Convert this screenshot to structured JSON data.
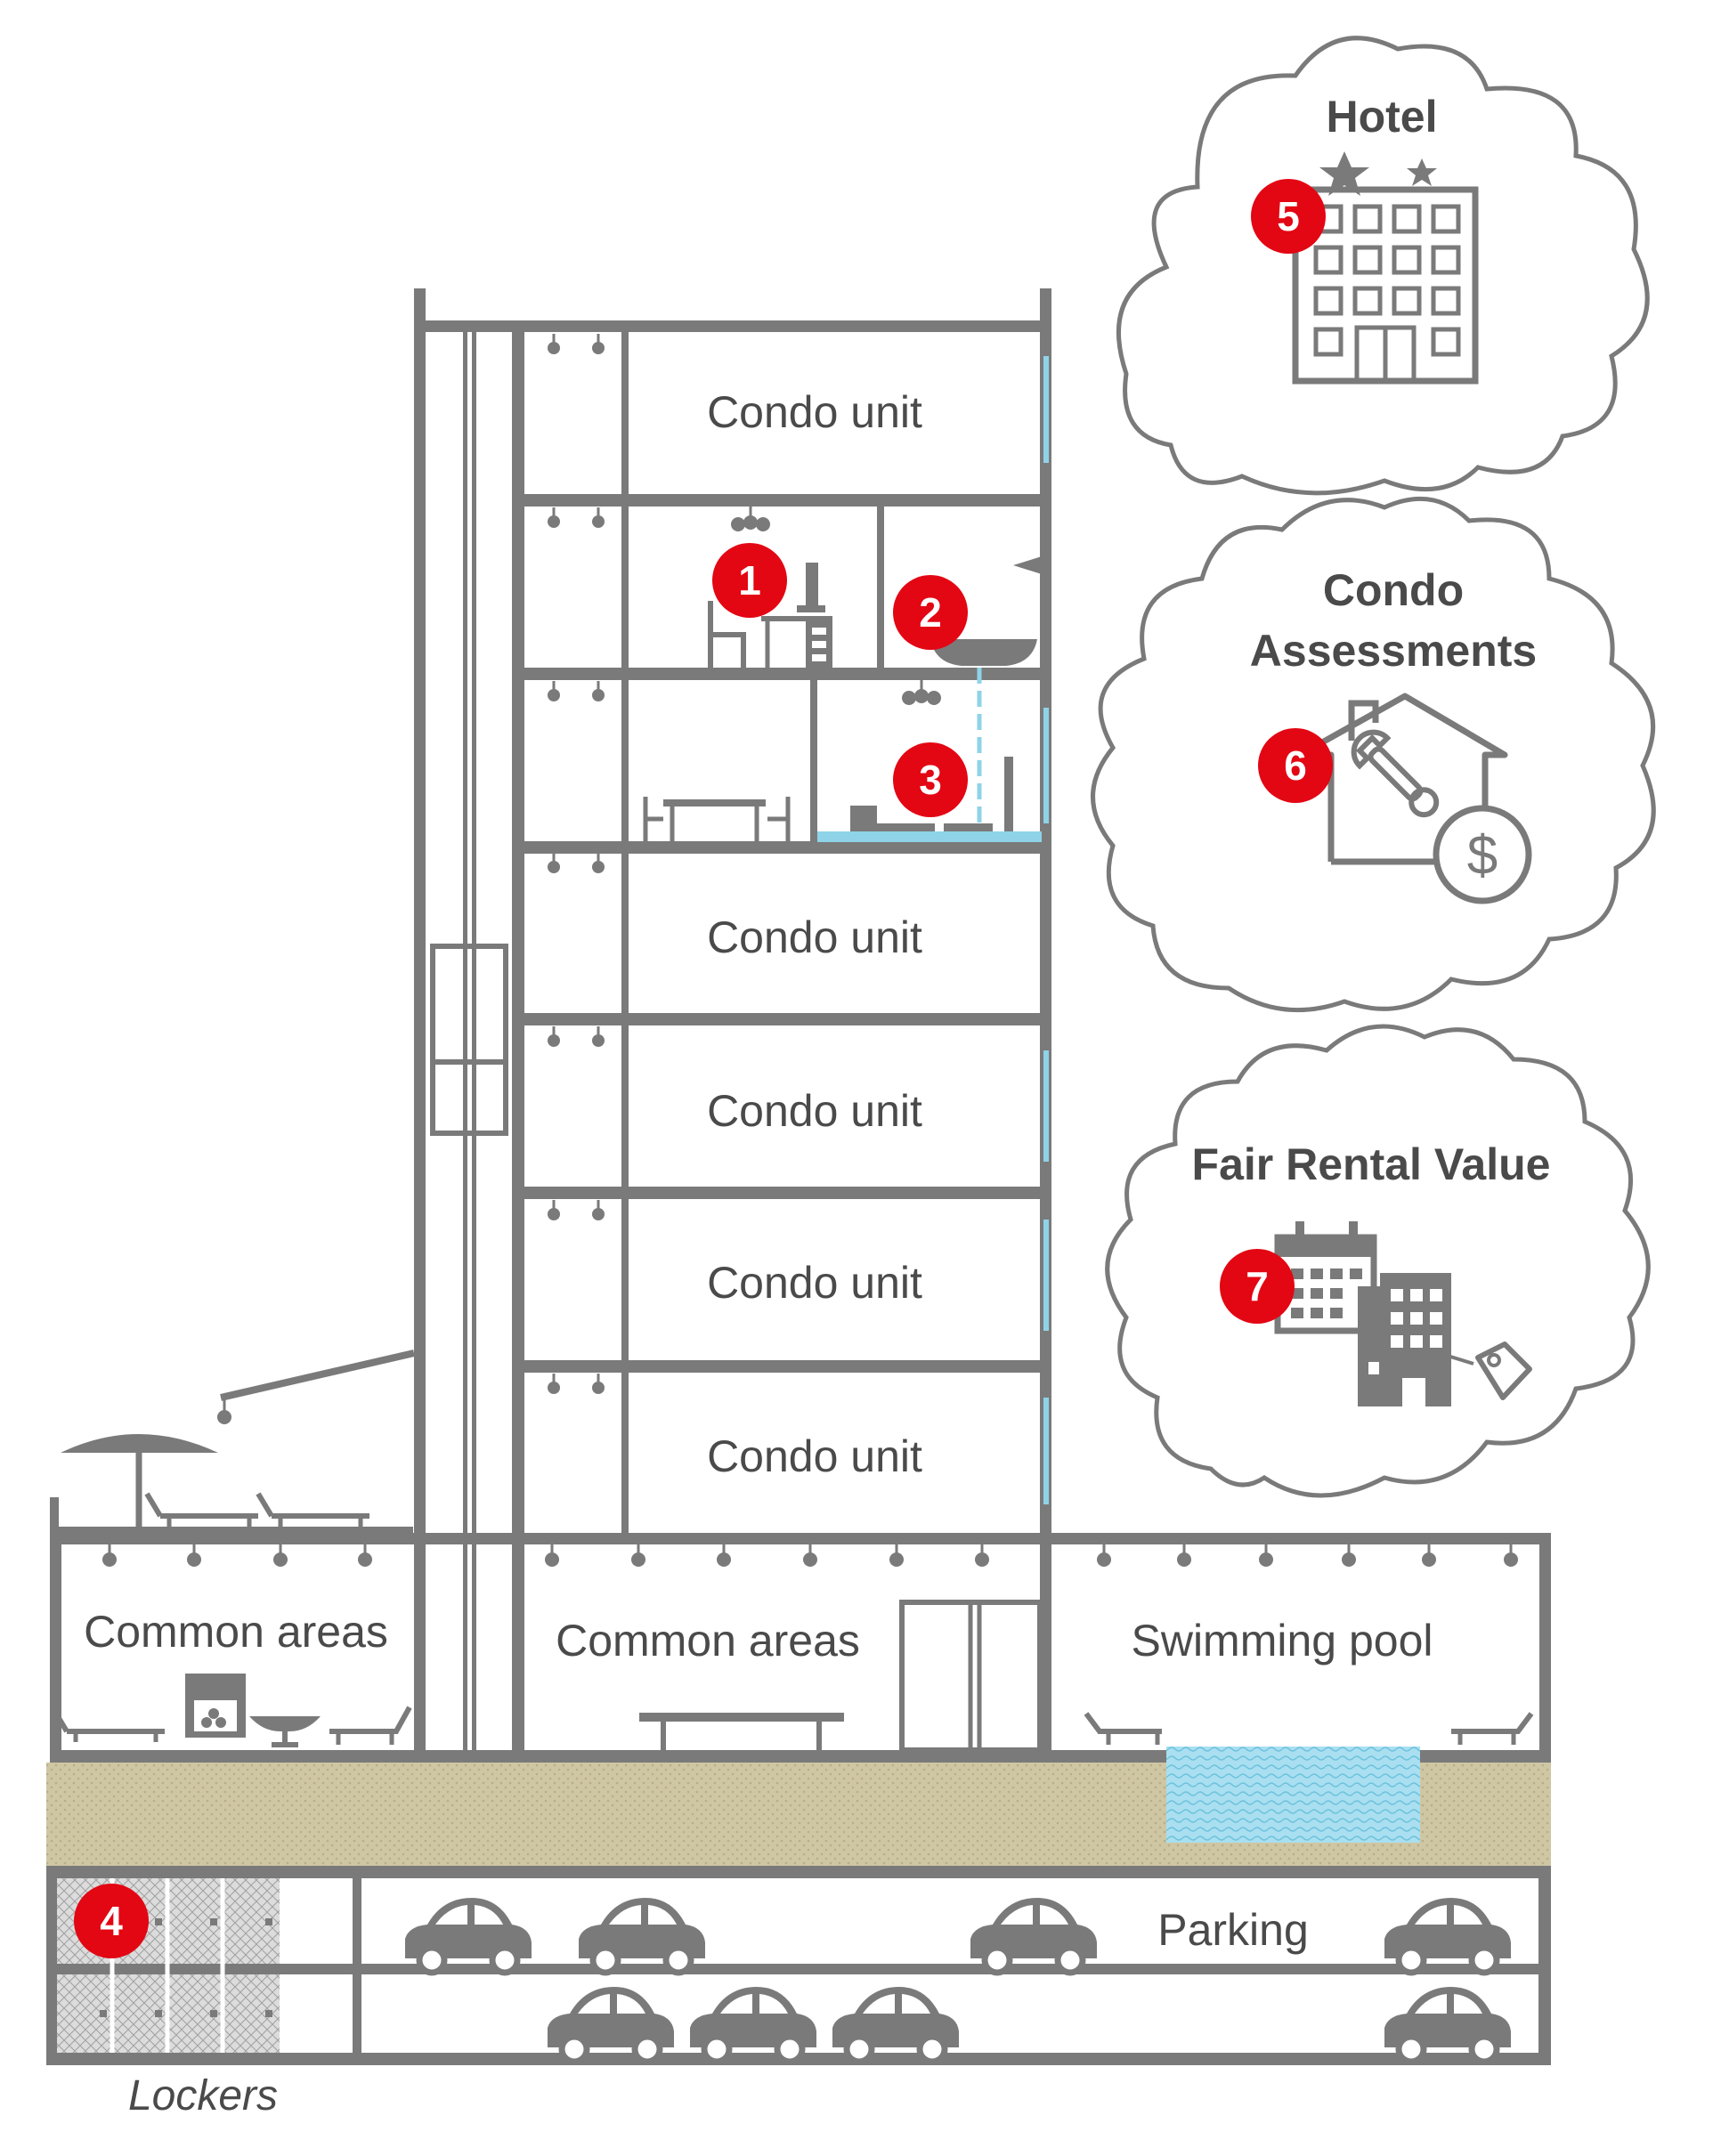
{
  "building": {
    "condo_units": [
      "Condo unit",
      "Condo unit",
      "Condo unit",
      "Condo unit",
      "Condo unit"
    ],
    "common_areas_left": "Common areas",
    "common_areas_center": "Common areas",
    "swimming_pool": "Swimming pool",
    "parking": "Parking",
    "lockers": "Lockers"
  },
  "badges": [
    "1",
    "2",
    "3",
    "4",
    "5",
    "6",
    "7"
  ],
  "clouds": {
    "hotel": {
      "title": "Hotel"
    },
    "condo_assessments": {
      "title_line1": "Condo",
      "title_line2": "Assessments"
    },
    "fair_rental_value": {
      "title": "Fair Rental Value"
    }
  },
  "colors": {
    "structure": "#7a7a7a",
    "badge": "#e30613",
    "water": "#8fd3e8",
    "soil": "#cfc6a3"
  },
  "icons": [
    "hotel-building-icon",
    "house-wrench-dollar-icon",
    "calendar-building-tag-icon",
    "car-icon",
    "chandelier-icon",
    "umbrella-icon",
    "lounge-chair-icon"
  ]
}
